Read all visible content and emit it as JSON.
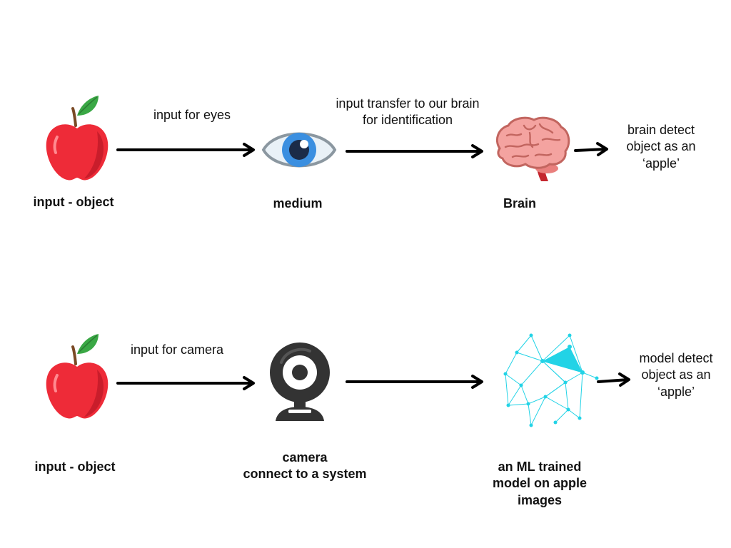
{
  "top_row": {
    "object_caption": "input  - object",
    "eye_edge_label": "input for eyes",
    "medium_caption": "medium",
    "brain_edge_label": "input transfer to our brain\nfor identification",
    "brain_caption": "Brain",
    "result_label": "brain detect\nobject as an\n‘apple’"
  },
  "bottom_row": {
    "object_caption": "input  - object",
    "camera_edge_label": "input for camera",
    "camera_caption": "camera\nconnect to a system",
    "model_caption": "an ML trained\nmodel on apple\nimages",
    "result_label": "model detect\nobject as an\n‘apple’"
  },
  "icons": {
    "apple": "apple-icon",
    "eye": "eye-icon",
    "brain": "brain-icon",
    "webcam": "webcam-icon",
    "network": "neural-network-icon"
  },
  "colors": {
    "apple_red": "#ee2b38",
    "leaf_green": "#3aa845",
    "eye_blue": "#3b8fe0",
    "brain_pink": "#f4a3a0",
    "network_cyan": "#22d3e6",
    "arrow": "#000000"
  }
}
